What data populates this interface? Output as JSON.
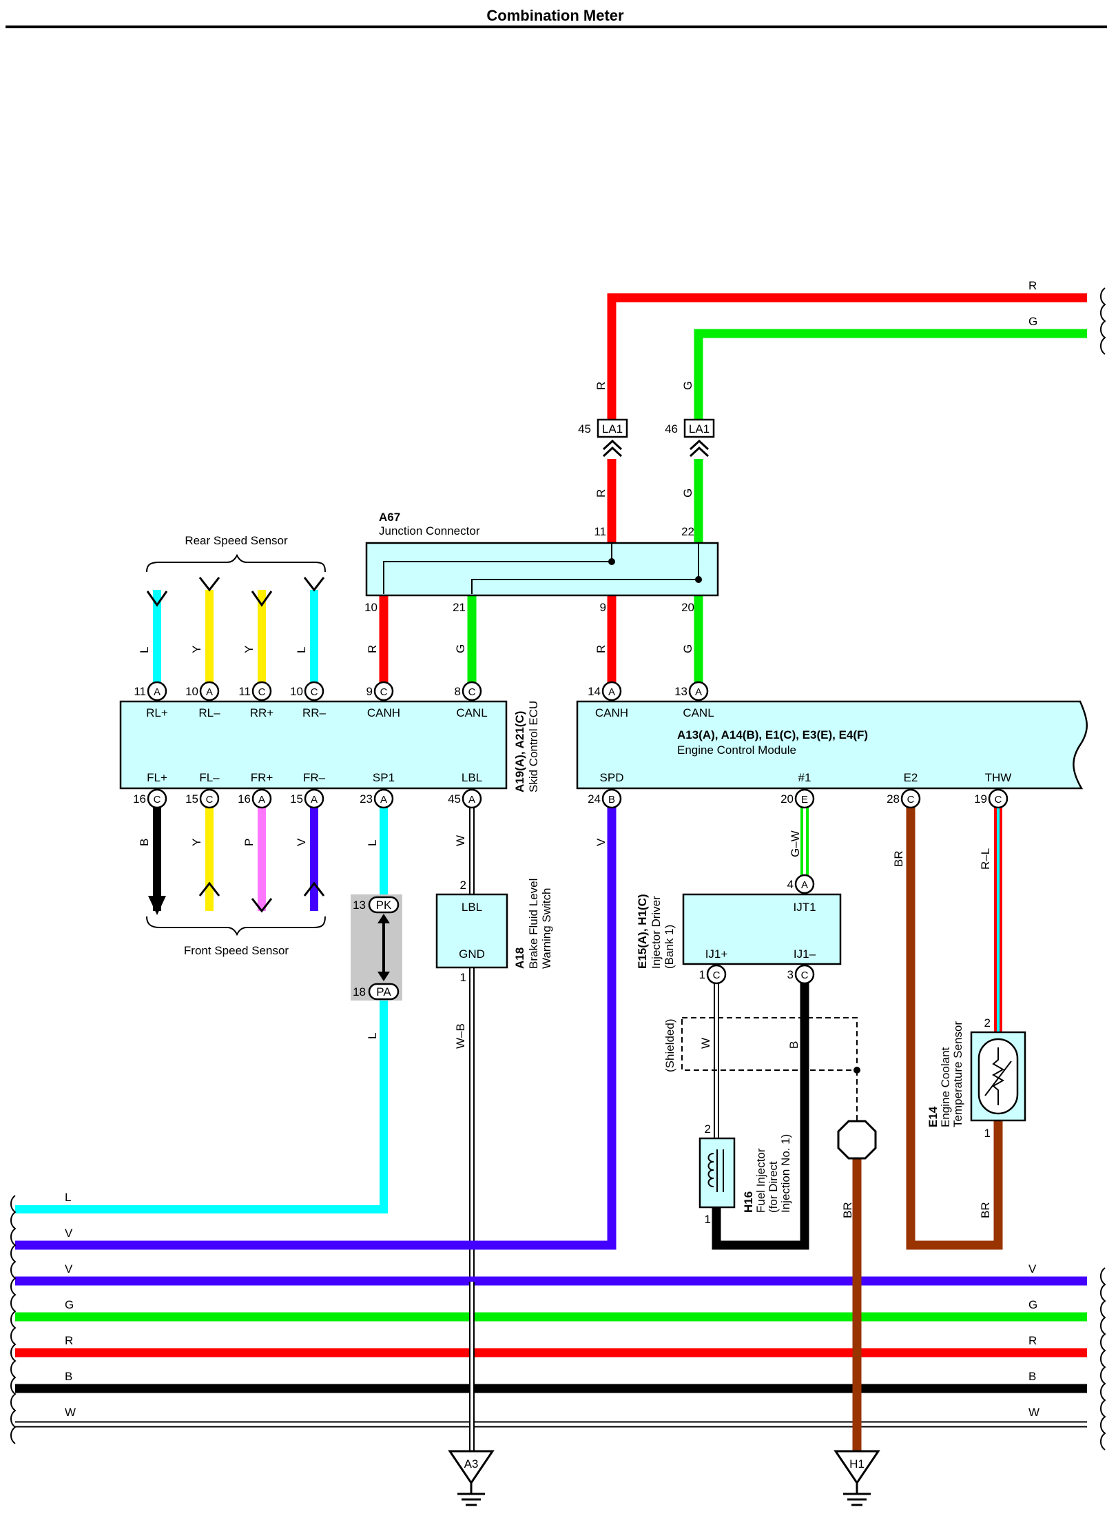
{
  "title": "Combination Meter",
  "colors": {
    "L": "#00ffff",
    "Y": "#ffee00",
    "P": "#ff77ff",
    "V": "#4400ff",
    "B": "#000000",
    "R": "#ff0000",
    "G": "#00ee00",
    "BR": "#993300",
    "W": "#ffffff",
    "box_fill": "#ccffff",
    "shade": "#c8c8c8"
  },
  "labels": {
    "rear_speed_sensor": "Rear Speed Sensor",
    "front_speed_sensor": "Front Speed Sensor",
    "shielded": "(Shielded)"
  },
  "components": {
    "a67": {
      "code": "A67",
      "name": "Junction Connector",
      "pin_11": "11",
      "pin_22": "22",
      "pin_10": "10",
      "pin_21": "21",
      "pin_9": "9",
      "pin_20": "20"
    },
    "skid_ecu": {
      "code": "A19(A), A21(C)",
      "name": "Skid Control ECU",
      "top_terms": [
        {
          "pin": "11",
          "conn": "A",
          "name": "RL+"
        },
        {
          "pin": "10",
          "conn": "A",
          "name": "RL–"
        },
        {
          "pin": "11",
          "conn": "C",
          "name": "RR+"
        },
        {
          "pin": "10",
          "conn": "C",
          "name": "RR–"
        },
        {
          "pin": "9",
          "conn": "C",
          "name": "CANH"
        },
        {
          "pin": "8",
          "conn": "C",
          "name": "CANL"
        }
      ],
      "bottom_terms": [
        {
          "pin": "16",
          "conn": "C",
          "name": "FL+"
        },
        {
          "pin": "15",
          "conn": "C",
          "name": "FL–"
        },
        {
          "pin": "16",
          "conn": "A",
          "name": "FR+"
        },
        {
          "pin": "15",
          "conn": "A",
          "name": "FR–"
        },
        {
          "pin": "23",
          "conn": "A",
          "name": "SP1"
        },
        {
          "pin": "45",
          "conn": "A",
          "name": "LBL"
        }
      ]
    },
    "ecm": {
      "code": "A13(A), A14(B), E1(C), E3(E), E4(F)",
      "name": "Engine Control Module",
      "top_terms": [
        {
          "pin": "14",
          "conn": "A",
          "name": "CANH"
        },
        {
          "pin": "13",
          "conn": "A",
          "name": "CANL"
        }
      ],
      "bottom_terms": [
        {
          "pin": "24",
          "conn": "B",
          "name": "SPD"
        },
        {
          "pin": "20",
          "conn": "E",
          "name": "#1"
        },
        {
          "pin": "28",
          "conn": "C",
          "name": "E2"
        },
        {
          "pin": "19",
          "conn": "C",
          "name": "THW"
        }
      ]
    },
    "a18": {
      "code": "A18",
      "line1": "Brake Fluid Level",
      "line2": "Warning Switch",
      "t1": "LBL",
      "t2": "GND",
      "pin_top": "2",
      "pin_bottom": "1"
    },
    "injector_driver": {
      "code": "E15(A), H1(C)",
      "line1": "Injector Driver",
      "line2": "(Bank 1)",
      "in_pin": "4",
      "in_conn": "A",
      "in_name": "IJT1",
      "out": [
        {
          "pin": "1",
          "conn": "C",
          "name": "IJ1+"
        },
        {
          "pin": "3",
          "conn": "C",
          "name": "IJ1–"
        }
      ]
    },
    "h16": {
      "code": "H16",
      "line1": "Fuel Injector",
      "line2": "(for Direct",
      "line3": "Injection No. 1)",
      "pin_top": "2",
      "pin_bottom": "1"
    },
    "e14": {
      "code": "E14",
      "line1": "Engine Coolant",
      "line2": "Temperature Sensor",
      "pin_top": "2",
      "pin_bottom": "1"
    },
    "la1_left": {
      "name": "LA1",
      "pin": "45"
    },
    "la1_right": {
      "name": "LA1",
      "pin": "46"
    },
    "pk": {
      "name": "PK",
      "pin": "13"
    },
    "pa": {
      "name": "PA",
      "pin": "18"
    },
    "ground_a3": "A3",
    "ground_h1": "H1"
  },
  "wire_labels": {
    "rear": [
      "L",
      "Y",
      "Y",
      "L"
    ],
    "front": [
      "B",
      "Y",
      "P",
      "V"
    ],
    "can_r": "R",
    "can_g": "G",
    "sp1": "L",
    "sp1_lower": "L",
    "lbl": "W",
    "gnd": "W–B",
    "spd": "V",
    "inj": "G–W",
    "ij_plus": "W",
    "ij_minus": "B",
    "e2": "BR",
    "thw": "R–L",
    "e14_out": "BR",
    "shield_gnd": "BR"
  },
  "right_bus": [
    {
      "label": "R",
      "color": "R"
    },
    {
      "label": "G",
      "color": "G"
    }
  ],
  "bottom_bus": [
    {
      "left": "L",
      "right": "",
      "color": "L"
    },
    {
      "left": "V",
      "right": "",
      "color": "V"
    },
    {
      "left": "V",
      "right": "V",
      "color": "V"
    },
    {
      "left": "G",
      "right": "G",
      "color": "G"
    },
    {
      "left": "R",
      "right": "R",
      "color": "R"
    },
    {
      "left": "B",
      "right": "B",
      "color": "B"
    },
    {
      "left": "W",
      "right": "W",
      "color": "W"
    }
  ]
}
